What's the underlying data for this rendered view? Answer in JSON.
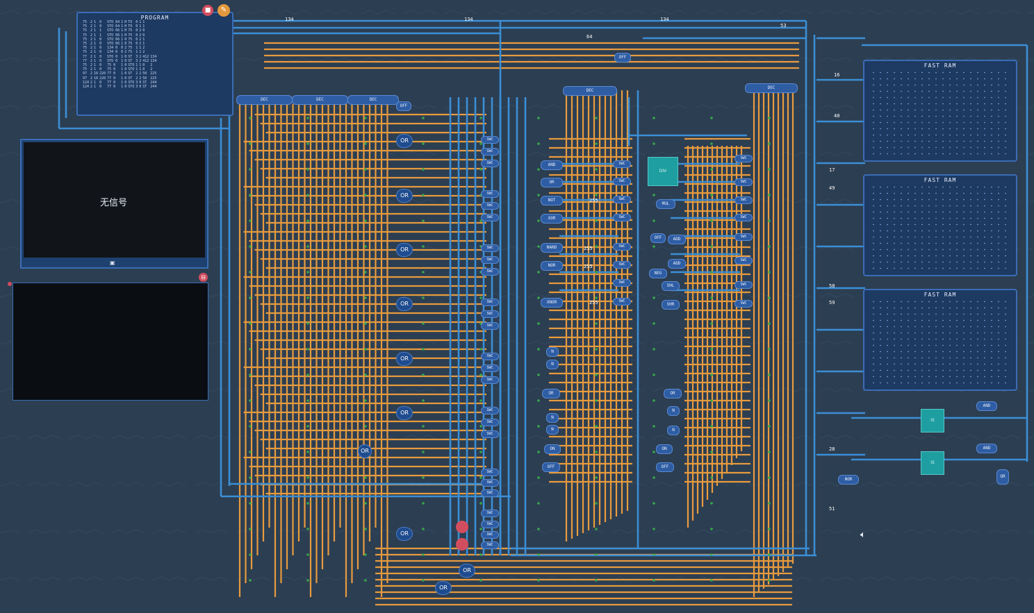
{
  "program": {
    "title": "PROGRAM",
    "columns": [
      "",
      "",
      "",
      ""
    ],
    "rows": [
      [
        "75",
        "2",
        "1",
        "0",
        "STO 64",
        "1",
        "H",
        "TO",
        "0",
        "1",
        "1",
        ""
      ],
      [
        "75",
        "2",
        "1",
        "1",
        "STO 66",
        "1",
        "H",
        "75",
        "0",
        "2",
        "0",
        ""
      ],
      [
        "75",
        "2",
        "1",
        "0",
        "STO 66",
        "1",
        "0",
        "75",
        "0",
        "2",
        "1",
        ""
      ],
      [
        "75",
        "2",
        "1",
        "0",
        "134 0",
        "0",
        "2",
        "75",
        "1",
        "1",
        "2",
        ""
      ],
      [
        "77",
        "2",
        "1",
        "0",
        "STO 0",
        "1",
        "0",
        "ST",
        "3",
        "2",
        "412",
        "134"
      ],
      [
        "75",
        "2",
        "1",
        "0",
        "75 0",
        "1",
        "0",
        "STO",
        "1",
        "1",
        "0",
        "2"
      ],
      [
        "97",
        "2",
        "10",
        "220",
        "77 0",
        "1",
        "0",
        "ST",
        "2",
        "2",
        "50",
        "225"
      ],
      [
        "124",
        "2",
        "1",
        "0",
        "77 0",
        "1",
        "0",
        "STO",
        "3",
        "0",
        "ST",
        "244"
      ]
    ]
  },
  "icons": {
    "delete": "stop-icon",
    "edit": "pencil-icon",
    "close_screen": "close-icon",
    "monitor": "monitor-icon",
    "speaker": "speaker-icon"
  },
  "screen1": {
    "status": "无信号"
  },
  "bus_labels": {
    "top1": "134",
    "top2": "134",
    "top3": "134",
    "c64": "64",
    "c53": "53"
  },
  "gate_labels": {
    "or": "OR",
    "and": "AND",
    "xor": "XOR",
    "nand": "NAND",
    "nor": "NOR",
    "xnor": "XNOR",
    "not": "NOT",
    "mul": "MUL",
    "add": "ADD",
    "neg": "NEG",
    "shl": "SHL",
    "shr": "SHR",
    "on": "ON",
    "off": "OFF",
    "n": "N",
    "swc": "SWC",
    "dec": "DEC",
    "div": "DIV",
    "is": "IS",
    "nor2": "NOR"
  },
  "values": {
    "v255a": "255",
    "v255b": "255",
    "v255c": "255",
    "v255d": "255",
    "v16": "16",
    "v17": "17",
    "v40": "40",
    "v49": "49",
    "v58": "58",
    "v59": "59",
    "v28": "28",
    "v51": "51"
  },
  "ram": [
    {
      "title": "FAST RAM"
    },
    {
      "title": "FAST RAM"
    },
    {
      "title": "FAST RAM"
    }
  ],
  "colors": {
    "background": "#2c3e52",
    "wire_orange": "#e89b3e",
    "wire_blue": "#3b8fd6",
    "component": "#2e5da4",
    "accent_red": "#d24e5e",
    "cyan": "#1e9ea0"
  }
}
